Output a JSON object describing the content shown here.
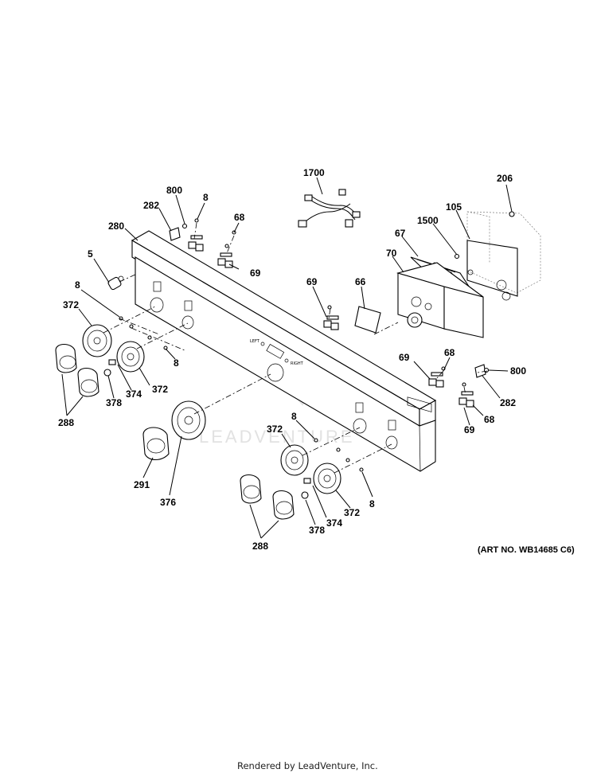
{
  "labels": {
    "l1700": "1700",
    "l206": "206",
    "l800a": "800",
    "l8a": "8",
    "l282a": "282",
    "l68a": "68",
    "l105": "105",
    "l1500": "1500",
    "l280": "280",
    "l67": "67",
    "l5": "5",
    "l70": "70",
    "l69a": "69",
    "l69b": "69",
    "l66": "66",
    "l8b": "8",
    "l372a": "372",
    "l8c": "8",
    "l69c": "69",
    "l68b": "68",
    "l800b": "800",
    "l374a": "374",
    "l372b": "372",
    "l378a": "378",
    "l282b": "282",
    "l288a": "288",
    "l68c": "68",
    "l8d": "8",
    "l69d": "69",
    "l372c": "372",
    "l291": "291",
    "l376": "376",
    "l8e": "8",
    "l372d": "372",
    "l374b": "374",
    "l378b": "378",
    "l288b": "288"
  },
  "panel_text": {
    "left_tag": "LEFT",
    "right_tag": "RIGHT"
  },
  "art_number": "(ART NO. WB14685 C6)",
  "watermark": "LEADVENTURE",
  "footer": "Rendered by LeadVenture, Inc."
}
